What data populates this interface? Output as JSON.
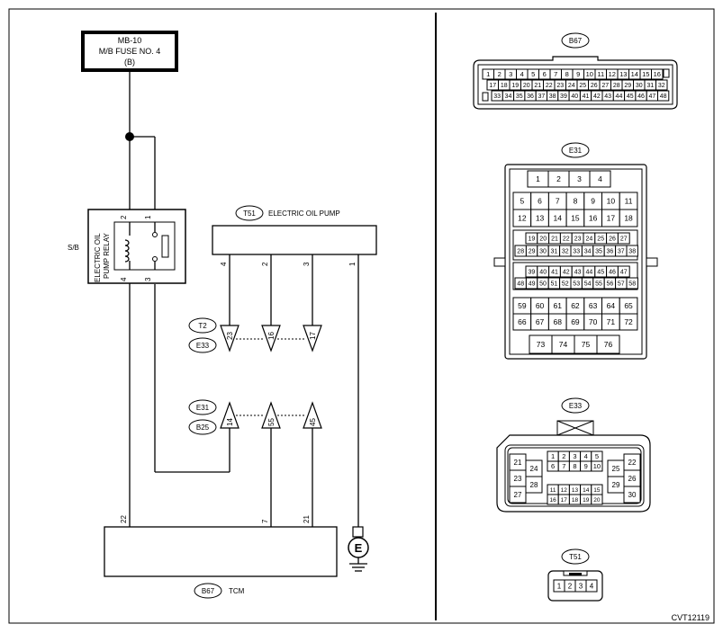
{
  "fuse": {
    "line1": "MB-10",
    "line2": "M/B FUSE NO. 4",
    "line3": "(B)"
  },
  "relay": {
    "side_label": "S/B",
    "name_line1": "ELECTRIC OIL",
    "name_line2": "PUMP RELAY",
    "pins": [
      "2",
      "1",
      "4",
      "3"
    ]
  },
  "pump": {
    "connector": "T51",
    "name": "ELECTRIC OIL PUMP",
    "pins": [
      "4",
      "2",
      "3",
      "1"
    ]
  },
  "joint1": {
    "upper": "T2",
    "lower": "E33",
    "pins": [
      "23",
      "16",
      "17"
    ]
  },
  "joint2": {
    "upper": "E31",
    "lower": "B25",
    "pins": [
      "14",
      "55",
      "45"
    ]
  },
  "tcm": {
    "connector": "B67",
    "name": "TCM",
    "pins": [
      "22",
      "7",
      "21"
    ]
  },
  "ground_symbol": "E",
  "views": {
    "b67": {
      "title": "B67",
      "rows": [
        [
          "1",
          "2",
          "3",
          "4",
          "5",
          "6",
          "7",
          "8",
          "9",
          "10",
          "11",
          "12",
          "13",
          "14",
          "15",
          "16"
        ],
        [
          "17",
          "18",
          "19",
          "20",
          "21",
          "22",
          "23",
          "24",
          "25",
          "26",
          "27",
          "28",
          "29",
          "30",
          "31",
          "32"
        ],
        [
          "33",
          "34",
          "35",
          "36",
          "37",
          "38",
          "39",
          "40",
          "41",
          "42",
          "43",
          "44",
          "45",
          "46",
          "47",
          "48"
        ]
      ]
    },
    "e31": {
      "title": "E31",
      "top": [
        "1",
        "2",
        "3",
        "4"
      ],
      "block1": [
        [
          "5",
          "6",
          "7",
          "8",
          "9",
          "10",
          "11"
        ],
        [
          "12",
          "13",
          "14",
          "15",
          "16",
          "17",
          "18"
        ]
      ],
      "block2": [
        [
          "19",
          "20",
          "21",
          "22",
          "23",
          "24",
          "25",
          "26",
          "27"
        ],
        [
          "28",
          "29",
          "30",
          "31",
          "32",
          "33",
          "34",
          "35",
          "36",
          "37",
          "38"
        ]
      ],
      "block3": [
        [
          "39",
          "40",
          "41",
          "42",
          "43",
          "44",
          "45",
          "46",
          "47"
        ],
        [
          "48",
          "49",
          "50",
          "51",
          "52",
          "53",
          "54",
          "55",
          "56",
          "57",
          "58"
        ]
      ],
      "block4": [
        [
          "59",
          "60",
          "61",
          "62",
          "63",
          "64",
          "65"
        ],
        [
          "66",
          "67",
          "68",
          "69",
          "70",
          "71",
          "72"
        ]
      ],
      "bottom": [
        "73",
        "74",
        "75",
        "76"
      ]
    },
    "e33": {
      "title": "E33",
      "left": [
        "21",
        "23",
        "27"
      ],
      "left2": [
        "24",
        "28"
      ],
      "center_top": [
        [
          "1",
          "2",
          "3",
          "4",
          "5"
        ],
        [
          "6",
          "7",
          "8",
          "9",
          "10"
        ]
      ],
      "center_bottom": [
        [
          "11",
          "12",
          "13",
          "14",
          "15"
        ],
        [
          "16",
          "17",
          "18",
          "19",
          "20"
        ]
      ],
      "right": [
        "22",
        "26",
        "30"
      ],
      "right2": [
        "25",
        "29"
      ]
    },
    "t51": {
      "title": "T51",
      "pins": [
        "1",
        "2",
        "3",
        "4"
      ]
    }
  },
  "figure_code": "CVT12119"
}
